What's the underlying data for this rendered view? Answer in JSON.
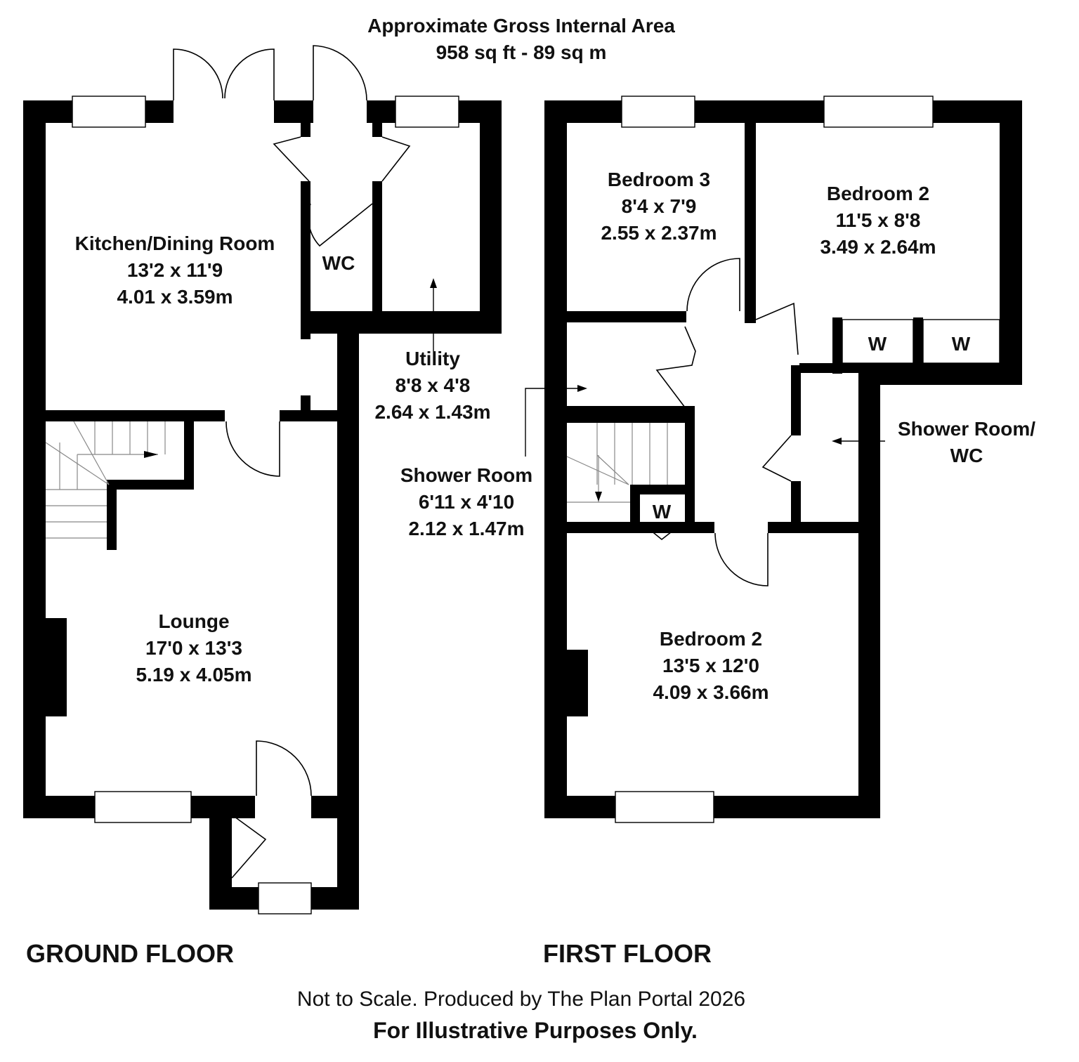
{
  "header": {
    "area_title": "Approximate Gross Internal Area",
    "area_value": "958 sq ft - 89 sq m"
  },
  "ground_floor": {
    "label": "GROUND FLOOR",
    "rooms": [
      {
        "name": "Kitchen/Dining Room",
        "imperial": "13'2 x 11'9",
        "metric": "4.01 x 3.59m"
      },
      {
        "name": "WC"
      },
      {
        "name": "Utility",
        "imperial": "8'8 x 4'8",
        "metric": "2.64 x 1.43m"
      },
      {
        "name": "Lounge",
        "imperial": "17'0 x 13'3",
        "metric": "5.19 x 4.05m"
      }
    ]
  },
  "first_floor": {
    "label": "FIRST FLOOR",
    "rooms": [
      {
        "name": "Bedroom 3",
        "imperial": "8'4 x 7'9",
        "metric": "2.55 x 2.37m"
      },
      {
        "name": "Bedroom 2",
        "imperial": "11'5 x 8'8",
        "metric": "3.49 x 2.64m"
      },
      {
        "name": "Shower Room",
        "imperial": "6'11 x 4'10",
        "metric": "2.12 x 1.47m"
      },
      {
        "name_line1": "Shower Room/",
        "name_line2": "WC"
      },
      {
        "name": "Bedroom 2",
        "imperial": "13'5 x 12'0",
        "metric": "4.09 x 3.66m"
      }
    ],
    "wardrobe_label": "W"
  },
  "footer": {
    "disclaimer": "Not to Scale. Produced by The Plan Portal 2026",
    "purpose": "For Illustrative Purposes Only."
  }
}
